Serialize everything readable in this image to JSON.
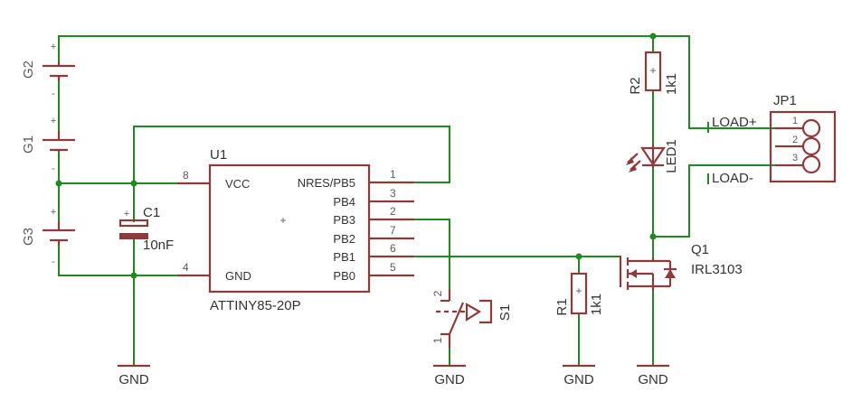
{
  "batteries": {
    "g2": {
      "name": "G2",
      "plus": "+",
      "minus": "-"
    },
    "g1": {
      "name": "G1",
      "plus": "+",
      "minus": "-"
    },
    "g3": {
      "name": "G3",
      "plus": "+",
      "minus": "-"
    }
  },
  "capacitor": {
    "name": "C1",
    "value": "10nF",
    "plus": "+"
  },
  "ic": {
    "name": "U1",
    "part": "ATTINY85-20P",
    "center_mark": "+",
    "pins_left": [
      {
        "label": "VCC",
        "num": "8"
      },
      {
        "label": "GND",
        "num": "4"
      }
    ],
    "pins_right": [
      {
        "label": "NRES/PB5",
        "num": "1"
      },
      {
        "label": "PB4",
        "num": "3"
      },
      {
        "label": "PB3",
        "num": "2"
      },
      {
        "label": "PB2",
        "num": "7"
      },
      {
        "label": "PB1",
        "num": "6"
      },
      {
        "label": "PB0",
        "num": "5"
      }
    ]
  },
  "switch": {
    "name": "S1",
    "pin_top": "2",
    "pin_bottom": "1"
  },
  "r1": {
    "name": "R1",
    "value": "1k1",
    "mark": "+"
  },
  "r2": {
    "name": "R2",
    "value": "1k1",
    "mark": "+"
  },
  "led": {
    "name": "LED1"
  },
  "mosfet": {
    "name": "Q1",
    "part": "IRL3103"
  },
  "connector": {
    "name": "JP1",
    "pins": [
      "1",
      "2",
      "3"
    ]
  },
  "nets": {
    "load_plus": "LOAD+",
    "load_minus": "LOAD-"
  },
  "gnd_labels": [
    "GND",
    "GND",
    "GND",
    "GND"
  ],
  "colors": {
    "wire": "#1f8a1f",
    "component": "#8e3a3a",
    "text": "#5a5a5a"
  }
}
